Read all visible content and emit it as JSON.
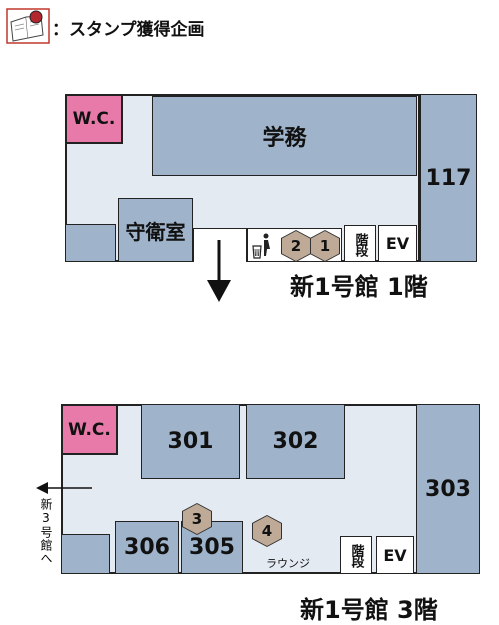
{
  "legend": {
    "text": "：スタンプ獲得企画",
    "icon": "stamp-book-icon"
  },
  "floor1": {
    "title": "新1号館 1階",
    "rooms": {
      "wc": "W.C.",
      "gakumu": "学務",
      "r117": "117",
      "shuei": "守衛室",
      "stairs": "階段",
      "ev": "EV"
    },
    "stamps": [
      "2",
      "1"
    ],
    "trash_icon": "trash-can-icon",
    "exit_arrow": "down-arrow-icon"
  },
  "floor3": {
    "title": "新1号館 3階",
    "rooms": {
      "wc": "W.C.",
      "r301": "301",
      "r302": "302",
      "r303": "303",
      "r306": "306",
      "r305": "305",
      "stairs": "階段",
      "ev": "EV",
      "lounge": "ラウンジ"
    },
    "stamps": [
      "3",
      "4"
    ],
    "direction_label": "新3号館へ",
    "direction_arrow": "left-arrow-icon"
  },
  "colors": {
    "room": "#9fb4cb",
    "floor": "#e3eaf2",
    "wc": "#e87aa9",
    "stamp": "#bfaa97"
  }
}
